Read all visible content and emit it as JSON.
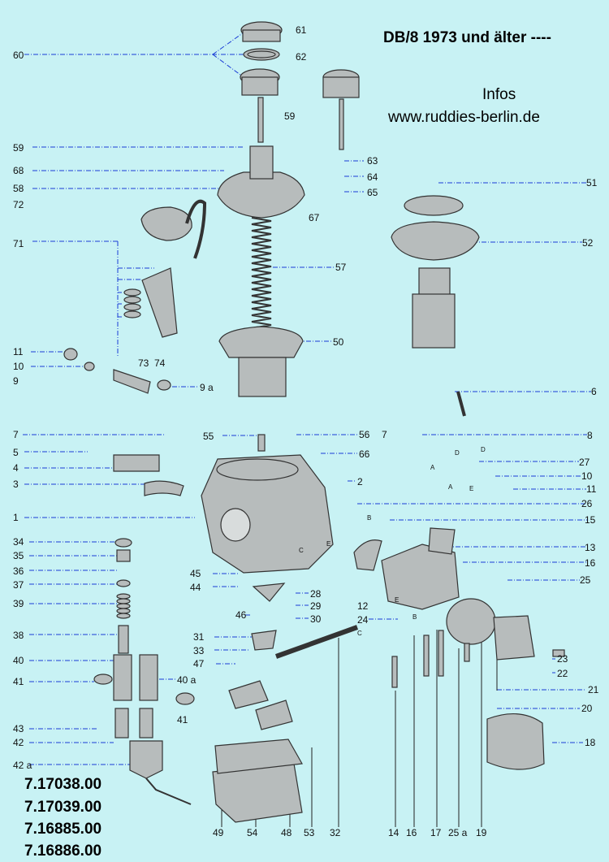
{
  "header": {
    "title": "DB/8 1973 und älter ----",
    "infos": "Infos",
    "url": "www.ruddies-berlin.de"
  },
  "colors": {
    "background": "#c8f2f4",
    "leader_blue": "#1a3cd6",
    "leader_black": "#222222",
    "part_fill": "#b7bcbc",
    "part_stroke": "#333333"
  },
  "part_numbers": [
    "7.17038.00",
    "7.17039.00",
    "7.16885.00",
    "7.16886.00"
  ],
  "callouts": [
    {
      "id": "c60",
      "text": "60"
    },
    {
      "id": "c61",
      "text": "61"
    },
    {
      "id": "c62",
      "text": "62"
    },
    {
      "id": "c59a",
      "text": "59"
    },
    {
      "id": "c59b",
      "text": "59"
    },
    {
      "id": "c68",
      "text": "68"
    },
    {
      "id": "c58",
      "text": "58"
    },
    {
      "id": "c72",
      "text": "72"
    },
    {
      "id": "c63",
      "text": "63"
    },
    {
      "id": "c64",
      "text": "64"
    },
    {
      "id": "c65",
      "text": "65"
    },
    {
      "id": "c67",
      "text": "67"
    },
    {
      "id": "c51",
      "text": "51"
    },
    {
      "id": "c52",
      "text": "52"
    },
    {
      "id": "c71",
      "text": "71"
    },
    {
      "id": "c57",
      "text": "57"
    },
    {
      "id": "c50",
      "text": "50"
    },
    {
      "id": "c73",
      "text": "73"
    },
    {
      "id": "c74",
      "text": "74"
    },
    {
      "id": "c11a",
      "text": "11"
    },
    {
      "id": "c10a",
      "text": "10"
    },
    {
      "id": "c9",
      "text": "9"
    },
    {
      "id": "c9a",
      "text": "9 a"
    },
    {
      "id": "c6",
      "text": "6"
    },
    {
      "id": "c7a",
      "text": "7"
    },
    {
      "id": "c55",
      "text": "55"
    },
    {
      "id": "c56",
      "text": "56"
    },
    {
      "id": "c7b",
      "text": "7"
    },
    {
      "id": "c8",
      "text": "8"
    },
    {
      "id": "c5",
      "text": "5"
    },
    {
      "id": "c66",
      "text": "66"
    },
    {
      "id": "c27",
      "text": "27"
    },
    {
      "id": "c4",
      "text": "4"
    },
    {
      "id": "c10b",
      "text": "10"
    },
    {
      "id": "c2",
      "text": "2"
    },
    {
      "id": "c3",
      "text": "3"
    },
    {
      "id": "c11b",
      "text": "11"
    },
    {
      "id": "c26",
      "text": "26"
    },
    {
      "id": "c1",
      "text": "1"
    },
    {
      "id": "c15",
      "text": "15"
    },
    {
      "id": "c34",
      "text": "34"
    },
    {
      "id": "c13",
      "text": "13"
    },
    {
      "id": "c35",
      "text": "35"
    },
    {
      "id": "c16a",
      "text": "16"
    },
    {
      "id": "c36",
      "text": "36"
    },
    {
      "id": "c45",
      "text": "45"
    },
    {
      "id": "c25a",
      "text": "25"
    },
    {
      "id": "c37",
      "text": "37"
    },
    {
      "id": "c44",
      "text": "44"
    },
    {
      "id": "c28",
      "text": "28"
    },
    {
      "id": "c39",
      "text": "39"
    },
    {
      "id": "c29",
      "text": "29"
    },
    {
      "id": "c12",
      "text": "12"
    },
    {
      "id": "c46",
      "text": "46"
    },
    {
      "id": "c30",
      "text": "30"
    },
    {
      "id": "c24",
      "text": "24"
    },
    {
      "id": "c38",
      "text": "38"
    },
    {
      "id": "c31",
      "text": "31"
    },
    {
      "id": "c33",
      "text": "33"
    },
    {
      "id": "c40",
      "text": "40"
    },
    {
      "id": "c47",
      "text": "47"
    },
    {
      "id": "c23",
      "text": "23"
    },
    {
      "id": "c41a",
      "text": "41"
    },
    {
      "id": "c40a",
      "text": "40 a"
    },
    {
      "id": "c22",
      "text": "22"
    },
    {
      "id": "c21",
      "text": "21"
    },
    {
      "id": "c41b",
      "text": "41"
    },
    {
      "id": "c20",
      "text": "20"
    },
    {
      "id": "c43",
      "text": "43"
    },
    {
      "id": "c42",
      "text": "42"
    },
    {
      "id": "c18",
      "text": "18"
    },
    {
      "id": "c42a",
      "text": "42 a"
    },
    {
      "id": "c49",
      "text": "49"
    },
    {
      "id": "c54",
      "text": "54"
    },
    {
      "id": "c48",
      "text": "48"
    },
    {
      "id": "c53",
      "text": "53"
    },
    {
      "id": "c32",
      "text": "32"
    },
    {
      "id": "c14",
      "text": "14"
    },
    {
      "id": "c16b",
      "text": "16"
    },
    {
      "id": "c17",
      "text": "17"
    },
    {
      "id": "c25b",
      "text": "25 a"
    },
    {
      "id": "c19",
      "text": "19"
    }
  ],
  "sub_letters": [
    {
      "id": "lA1",
      "text": "A"
    },
    {
      "id": "lA2",
      "text": "A"
    },
    {
      "id": "lB1",
      "text": "B"
    },
    {
      "id": "lB2",
      "text": "B"
    },
    {
      "id": "lC1",
      "text": "C"
    },
    {
      "id": "lC2",
      "text": "C"
    },
    {
      "id": "lD1",
      "text": "D"
    },
    {
      "id": "lD2",
      "text": "D"
    },
    {
      "id": "lE1",
      "text": "E"
    },
    {
      "id": "lE2",
      "text": "E"
    },
    {
      "id": "lE3",
      "text": "E"
    }
  ]
}
